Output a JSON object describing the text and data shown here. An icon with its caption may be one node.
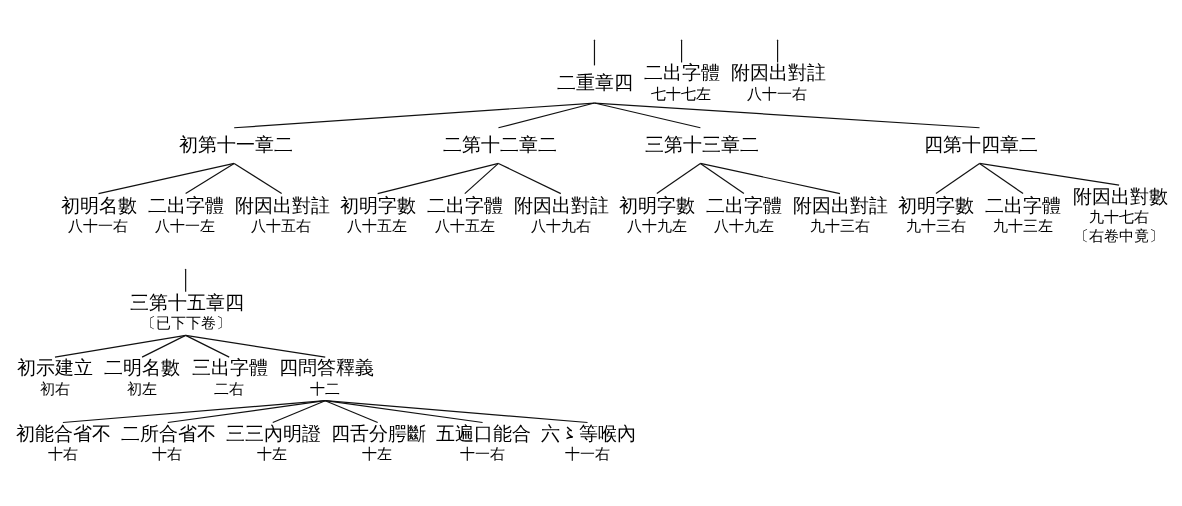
{
  "diagram": {
    "nodes": [
      {
        "text": [
          "二重章四"
        ]
      },
      {
        "text": [
          "二出字體"
        ],
        "beside": [
          "七十七左"
        ]
      },
      {
        "text": [
          "附因出對註"
        ],
        "beside": [
          "八十一右"
        ]
      },
      {
        "text": [
          "初第十一章二"
        ]
      },
      {
        "text": [
          "初明名數"
        ],
        "beside": [
          "八十一右"
        ]
      },
      {
        "text": [
          "二出字體"
        ],
        "beside": [
          "八十一左"
        ]
      },
      {
        "text": [
          "附因出對註"
        ],
        "beside": [
          "八十五右"
        ]
      },
      {
        "text": [
          "二第十二章二"
        ]
      },
      {
        "text": [
          "初明字數"
        ],
        "beside": [
          "八十五左"
        ]
      },
      {
        "text": [
          "二出字體"
        ],
        "beside": [
          "八十五左"
        ]
      },
      {
        "text": [
          "附因出對註"
        ],
        "beside": [
          "八十九右"
        ]
      },
      {
        "text": [
          "三第十三章二"
        ]
      },
      {
        "text": [
          "初明字數"
        ],
        "beside": [
          "八十九左"
        ]
      },
      {
        "text": [
          "二出字體"
        ],
        "beside": [
          "八十九左"
        ]
      },
      {
        "text": [
          "附因出對註"
        ],
        "beside": [
          "九十三右"
        ]
      },
      {
        "text": [
          "四第十四章二"
        ]
      },
      {
        "text": [
          "初明字數"
        ],
        "beside": [
          "九十三右"
        ]
      },
      {
        "text": [
          "二出字體"
        ],
        "beside": [
          "九十三左"
        ]
      },
      {
        "text": [
          "附因出對數"
        ],
        "beside": [
          "九十七右",
          "〔右卷中竟〕"
        ]
      },
      {
        "text": [
          "三第十五章四"
        ],
        "beside": [
          "〔已下下卷〕"
        ]
      },
      {
        "text": [
          "初示建立"
        ],
        "beside": [
          "初右"
        ]
      },
      {
        "text": [
          "二明名數"
        ],
        "beside": [
          "初左"
        ]
      },
      {
        "text": [
          "三出字體"
        ],
        "beside": [
          "二右"
        ]
      },
      {
        "text": [
          "四問答釋義"
        ],
        "beside": [
          "十二"
        ]
      },
      {
        "text": [
          "初能合省不"
        ],
        "beside": [
          "十右"
        ]
      },
      {
        "text": [
          "二所合省不"
        ],
        "beside": [
          "十右"
        ]
      },
      {
        "text": [
          "三三內明證"
        ],
        "beside": [
          "十左"
        ]
      },
      {
        "text": [
          "四舌分腭斷"
        ],
        "beside": [
          "十左"
        ]
      },
      {
        "text": [
          "五遍口能合"
        ],
        "beside": [
          "十一右"
        ]
      },
      {
        "text": [
          "六〻等喉內"
        ],
        "beside": [
          "十一右"
        ]
      }
    ],
    "edges": [
      {
        "from": null,
        "to": 0,
        "arrow": "none"
      },
      {
        "from": null,
        "to": 1,
        "arrow": "none"
      },
      {
        "from": null,
        "to": 2,
        "arrow": "none"
      },
      {
        "from": 0,
        "to": 3,
        "arrow": "none"
      },
      {
        "from": 0,
        "to": 7,
        "arrow": "none"
      },
      {
        "from": 0,
        "to": 11,
        "arrow": "none"
      },
      {
        "from": 0,
        "to": 15,
        "arrow": "none"
      },
      {
        "from": 3,
        "to": 4,
        "arrow": "none"
      },
      {
        "from": 3,
        "to": 5,
        "arrow": "none"
      },
      {
        "from": 3,
        "to": 6,
        "arrow": "none"
      },
      {
        "from": 7,
        "to": 8,
        "arrow": "none"
      },
      {
        "from": 7,
        "to": 9,
        "arrow": "none"
      },
      {
        "from": 7,
        "to": 10,
        "arrow": "none"
      },
      {
        "from": 11,
        "to": 12,
        "arrow": "none"
      },
      {
        "from": 11,
        "to": 13,
        "arrow": "none"
      },
      {
        "from": 11,
        "to": 14,
        "arrow": "none"
      },
      {
        "from": 15,
        "to": 16,
        "arrow": "none"
      },
      {
        "from": 15,
        "to": 17,
        "arrow": "none"
      },
      {
        "from": 15,
        "to": 18,
        "arrow": "none"
      },
      {
        "from": null,
        "to": 19,
        "arrow": "none"
      },
      {
        "from": 19,
        "to": 20,
        "arrow": "none"
      },
      {
        "from": 19,
        "to": 21,
        "arrow": "none"
      },
      {
        "from": 19,
        "to": 22,
        "arrow": "none"
      },
      {
        "from": 19,
        "to": 23,
        "arrow": "none"
      },
      {
        "from": 23,
        "to": 24,
        "arrow": "none"
      },
      {
        "from": 23,
        "to": 25,
        "arrow": "none"
      },
      {
        "from": 23,
        "to": 26,
        "arrow": "none"
      },
      {
        "from": 23,
        "to": 27,
        "arrow": "none"
      },
      {
        "from": 23,
        "to": 28,
        "arrow": "none"
      },
      {
        "from": 23,
        "to": 29,
        "arrow": "none"
      }
    ]
  }
}
